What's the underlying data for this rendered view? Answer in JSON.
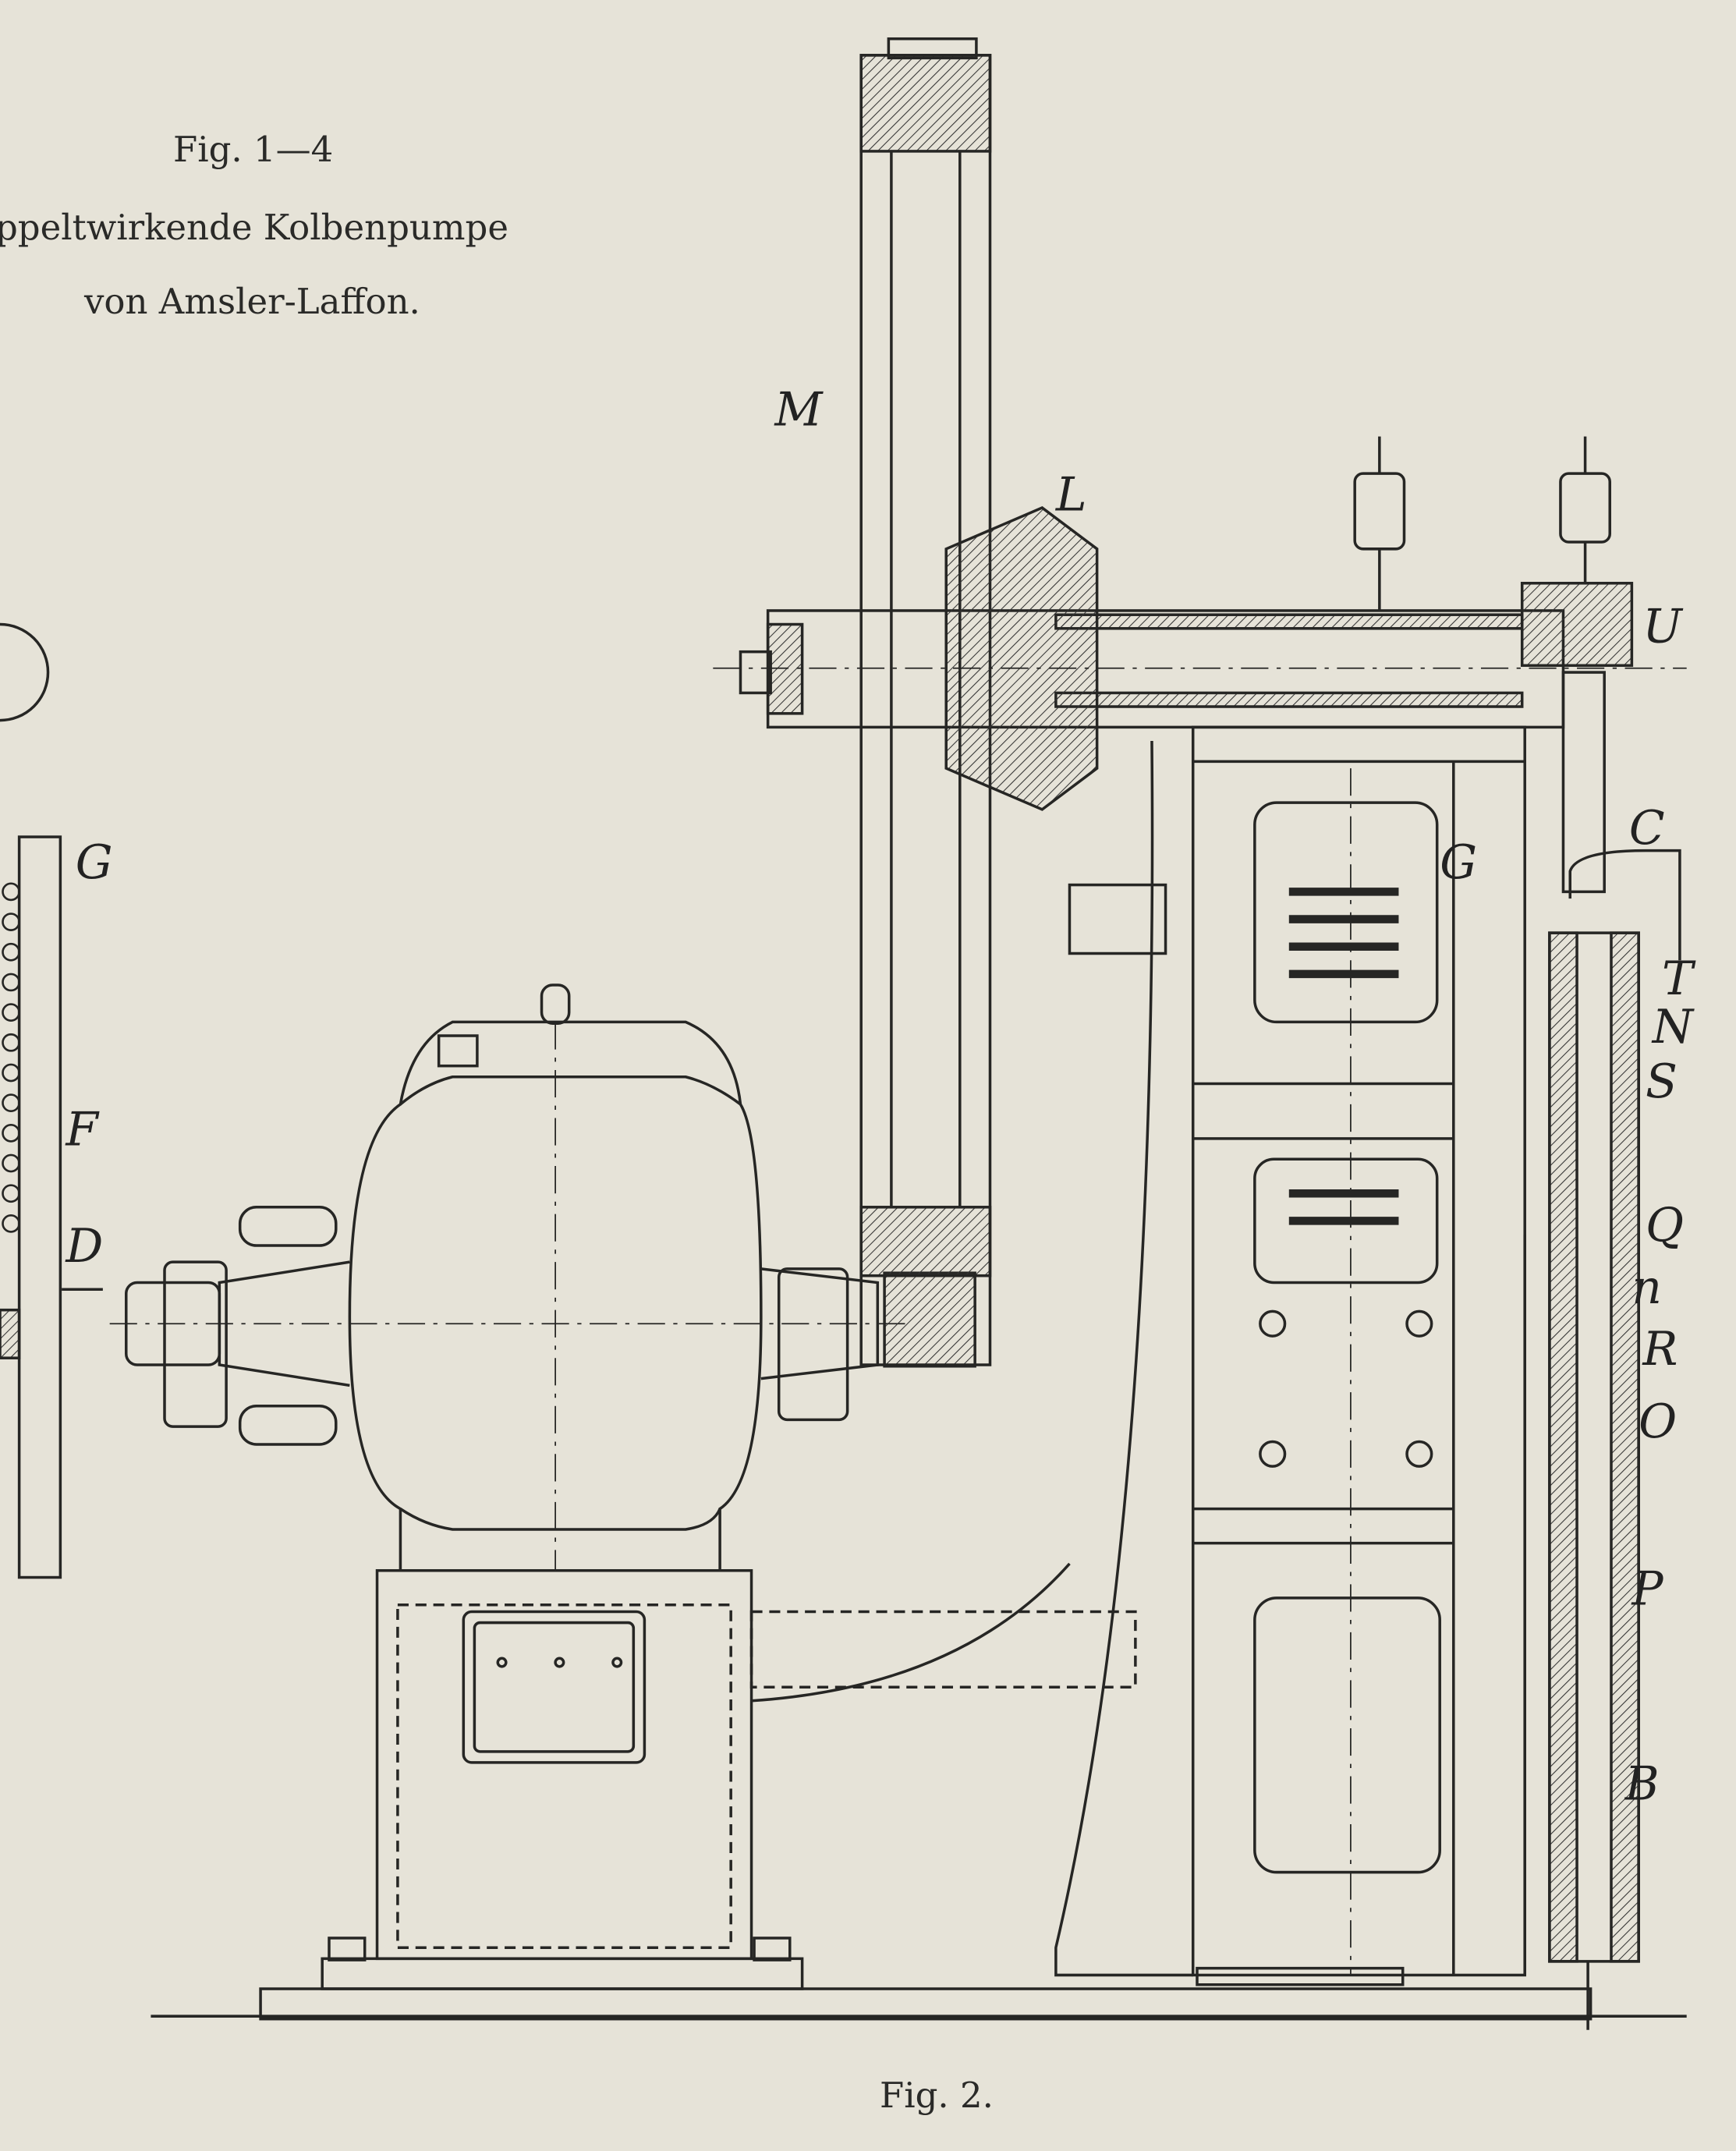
{
  "caption": {
    "fig_range": "Fig. 1—4",
    "title_line1": "ppeltwirkende Kolbenpumpe",
    "title_line2": "von Amsler-Laffon."
  },
  "figure_label": "Fig. 2.",
  "part_labels": {
    "M": "M",
    "L": "L",
    "U": "U",
    "G": "G",
    "C": "C",
    "T": "T",
    "N": "N",
    "S": "S",
    "Q": "Q",
    "n": "n",
    "R": "R",
    "O": "O",
    "P": "P",
    "B": "B",
    "G_left": "G",
    "F": "F",
    "D": "D"
  },
  "colors": {
    "paper": "#e6e3d8",
    "ink": "#2a2a28"
  }
}
